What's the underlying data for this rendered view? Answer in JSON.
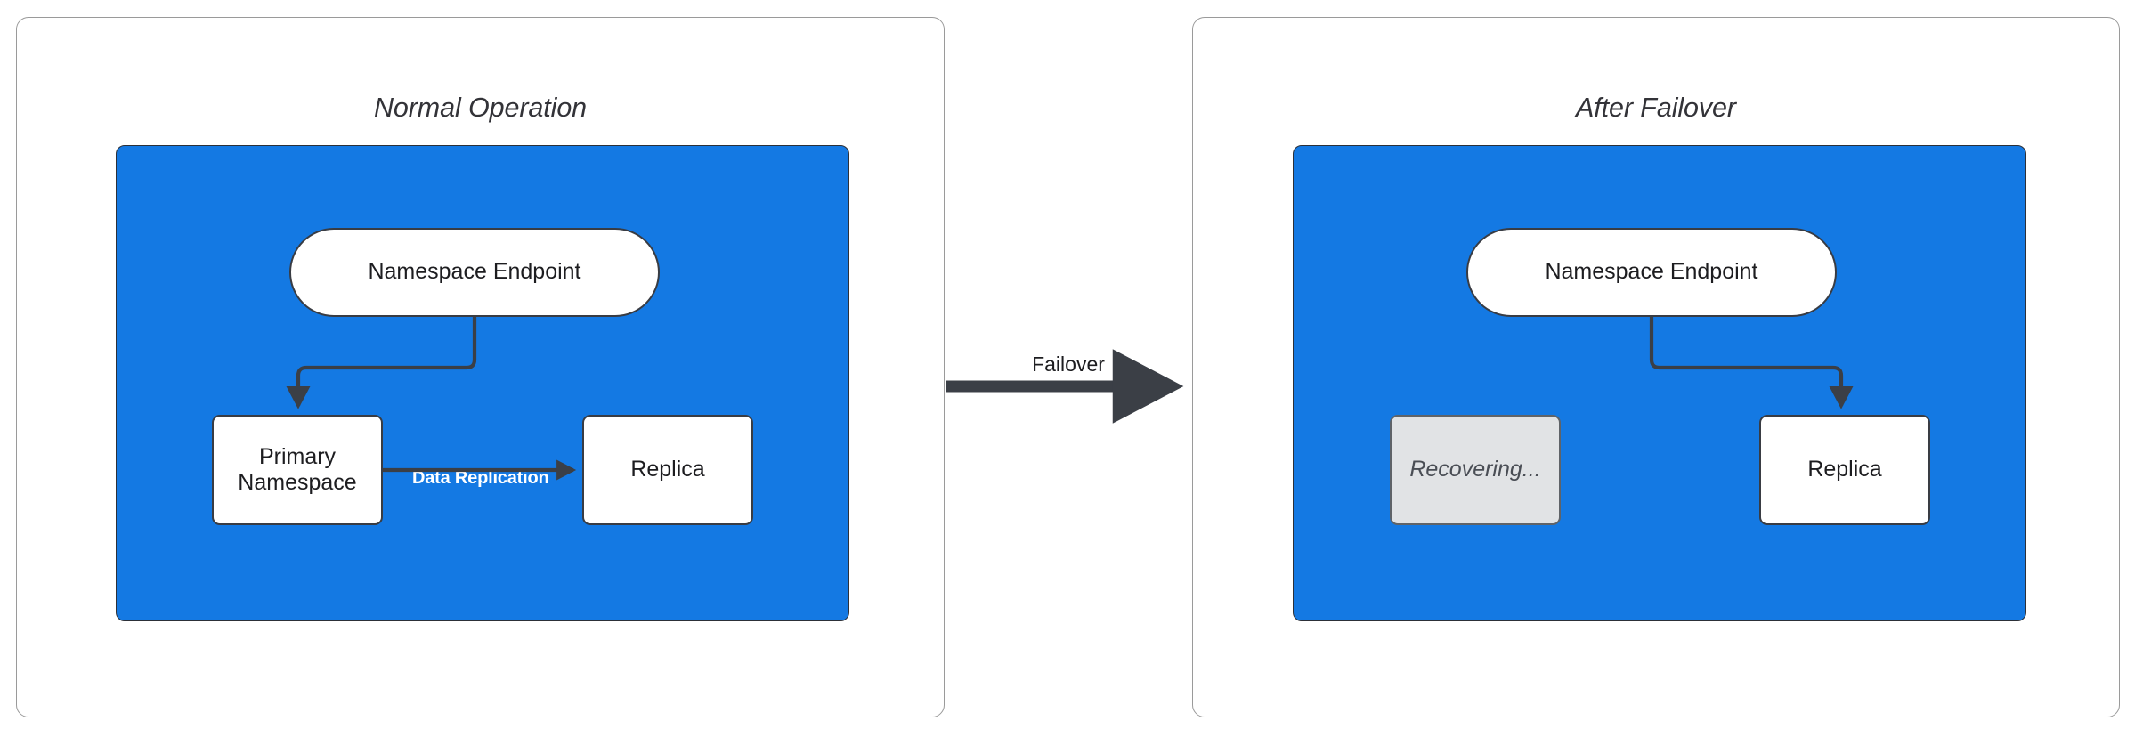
{
  "diagram": {
    "background_color": "#ffffff",
    "accent_color": "#1479E3",
    "stroke_color": "#393c43",
    "muted_color": "#e1e3e5"
  },
  "panels": [
    {
      "id": "normal",
      "title": "Normal Operation",
      "nodes": {
        "endpoint": "Namespace Endpoint",
        "primary": "Primary\nNamespace",
        "replica": "Replica"
      },
      "edge_labels": {
        "replication": "Data Replication"
      }
    },
    {
      "id": "failover",
      "title": "After Failover",
      "nodes": {
        "endpoint": "Namespace Endpoint",
        "recovering": "Recovering...",
        "replica": "Replica"
      }
    }
  ],
  "transition": {
    "label": "Failover"
  }
}
